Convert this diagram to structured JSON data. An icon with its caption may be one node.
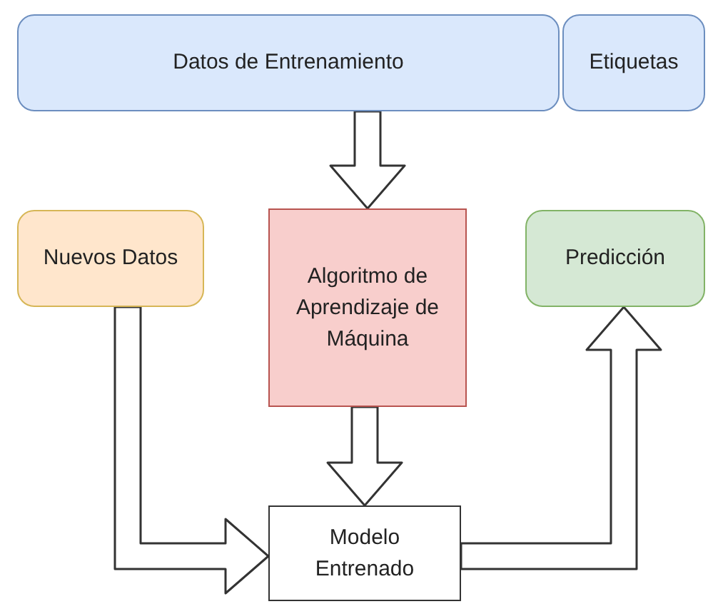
{
  "diagram": {
    "nodes": [
      {
        "text": [
          "Datos de Entrenamiento"
        ]
      },
      {
        "text": [
          "Etiquetas"
        ]
      },
      {
        "text": [
          "Algoritmo de Aprendizaje de Máquina"
        ]
      },
      {
        "text": [
          "Nuevos Datos"
        ]
      },
      {
        "text": [
          "Predicción"
        ]
      },
      {
        "text": [
          "Modelo Entrenado"
        ]
      }
    ],
    "edges": [
      {
        "from": 0,
        "to": 2,
        "arrow": "to"
      },
      {
        "from": 2,
        "to": 5,
        "arrow": "to"
      },
      {
        "from": 3,
        "to": 5,
        "arrow": "to"
      },
      {
        "from": 5,
        "to": 4,
        "arrow": "to"
      }
    ]
  }
}
